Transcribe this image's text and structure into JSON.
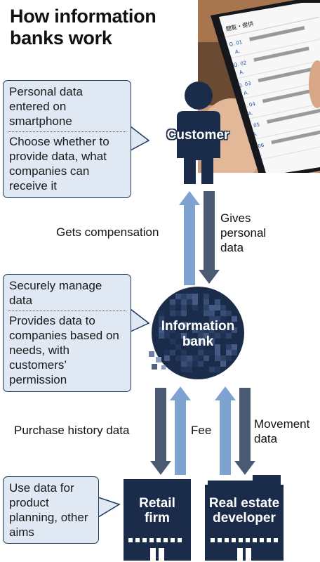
{
  "title": "How information banks work",
  "callouts": {
    "customer_top": "Personal data entered on smartphone",
    "customer_bottom": "Choose whether to provide data, what companies can receive it",
    "bank_top": "Securely manage data",
    "bank_bottom": "Provides data to companies based on needs, with customers’ permission",
    "companies": "Use data for product planning, other aims"
  },
  "nodes": {
    "customer": "Customer",
    "bank": "Information bank",
    "retail": "Retail firm",
    "realestate": "Real estate developer"
  },
  "flows": {
    "gets_compensation": "Gets compensation",
    "gives_personal_data": "Gives personal data",
    "purchase_history": "Purchase history data",
    "fee": "Fee",
    "movement_data": "Movement data"
  },
  "phone_screen": {
    "header": "閲覧・提供",
    "items": [
      {
        "q": "Q. 01",
        "a": "A."
      },
      {
        "q": "Q. 02",
        "a": "A."
      },
      {
        "q": "Q. 03",
        "a": "A."
      },
      {
        "q": "Q. 04",
        "a": "A."
      },
      {
        "q": "Q. 05",
        "a": "A."
      },
      {
        "q": "Q. 06",
        "a": "A."
      }
    ]
  },
  "colors": {
    "dark_navy": "#1b2c4a",
    "light_arrow": "#7ea3d1",
    "dark_arrow": "#4a5a72",
    "callout_fill": "#dfe8f3"
  }
}
